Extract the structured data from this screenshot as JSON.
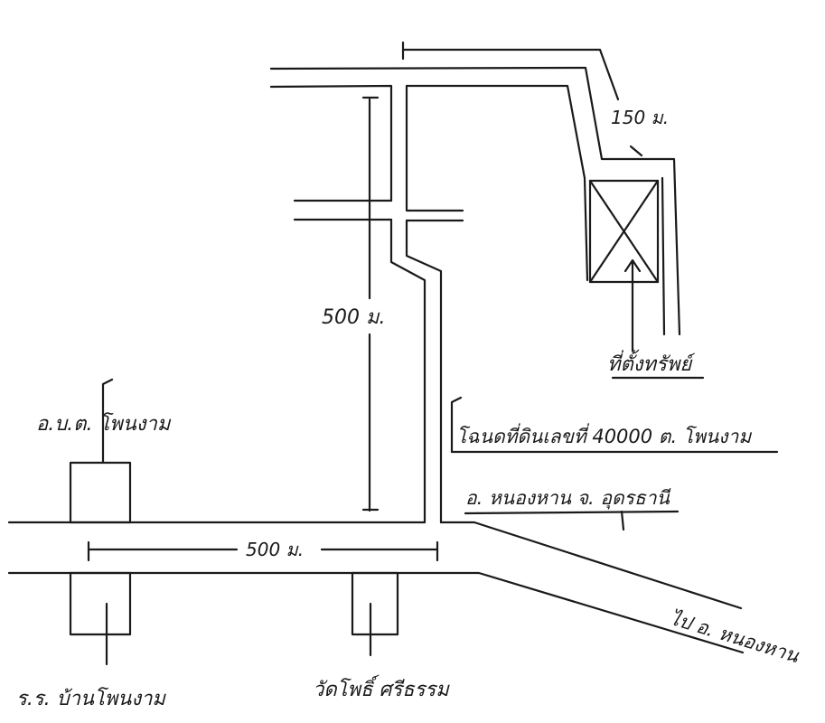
{
  "colors": {
    "ink": "#1a1a1a",
    "paper": "#ffffff"
  },
  "labels": {
    "dist_top_right": "150 ม.",
    "dist_vertical": "500 ม.",
    "dist_horizontal": "500 ม.",
    "office": "อ.บ.ต. โพนงาม",
    "school": "ร.ร. บ้านโพนงาม",
    "temple": "วัดโพธิ์ ศรีธรรม",
    "site": "ที่ตั้งทรัพย์",
    "deed": "โฉนดที่ดินเลขที่ 40000 ต. โพนงาม",
    "district": "อ. หนองหาน  จ. อุดรธานี",
    "to_town": "ไป อ. หนองหาน"
  }
}
